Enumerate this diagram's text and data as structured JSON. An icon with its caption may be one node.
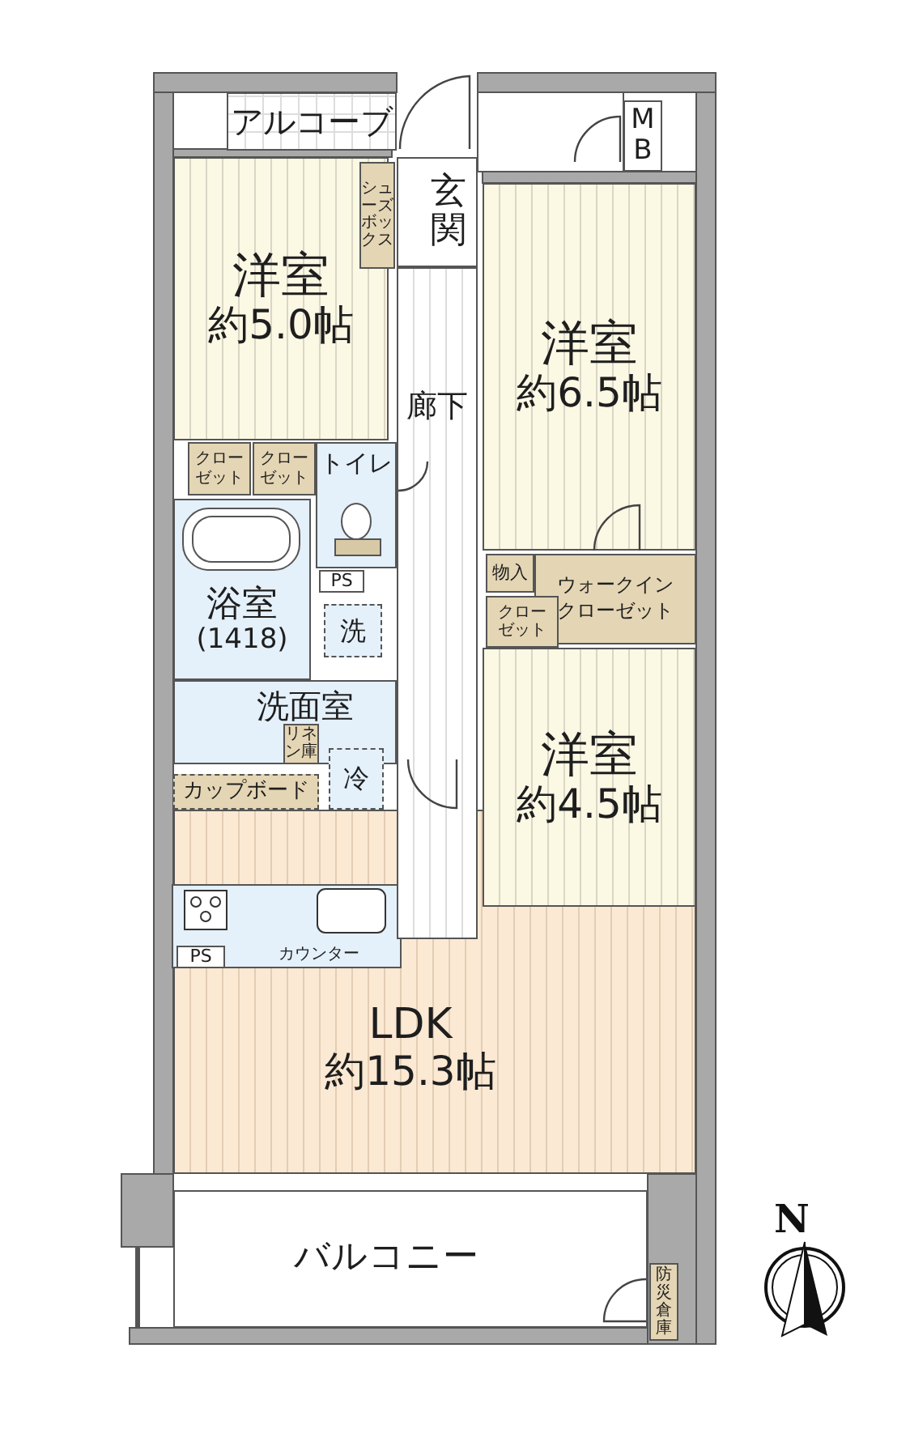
{
  "diagram": {
    "nodes": [
      {
        "text": [
          "アルコーブ"
        ]
      },
      {
        "text": [
          "MB"
        ]
      },
      {
        "text": [
          "洋室",
          "約5.0帖"
        ]
      },
      {
        "text": [
          "シューズボックス"
        ]
      },
      {
        "text": [
          "玄関"
        ]
      },
      {
        "text": [
          "洋室",
          "約6.5帖"
        ]
      },
      {
        "text": [
          "廊下"
        ]
      },
      {
        "text": [
          "クローゼット"
        ]
      },
      {
        "text": [
          "クローゼット"
        ]
      },
      {
        "text": [
          "トイレ"
        ]
      },
      {
        "text": [
          "浴室",
          "(1418)"
        ]
      },
      {
        "text": [
          "PS"
        ]
      },
      {
        "text": [
          "洗"
        ]
      },
      {
        "text": [
          "洗面室"
        ]
      },
      {
        "text": [
          "リネン庫"
        ],
        "in": 13
      },
      {
        "text": [
          "物入"
        ]
      },
      {
        "text": [
          "ウォークインクローゼット"
        ]
      },
      {
        "text": [
          "クローゼット"
        ]
      },
      {
        "text": [
          "洋室",
          "約4.5帖"
        ]
      },
      {
        "text": [
          "カップボード"
        ]
      },
      {
        "text": [
          "冷"
        ]
      },
      {
        "text": [
          "LDK",
          "約15.3帖"
        ]
      },
      {
        "text": [
          "カウンター"
        ],
        "in": 21
      },
      {
        "text": [
          "PS"
        ],
        "in": 22
      },
      {
        "text": [
          "バルコニー"
        ]
      },
      {
        "text": [
          "防災倉庫"
        ]
      }
    ],
    "labels": [
      "N"
    ]
  }
}
